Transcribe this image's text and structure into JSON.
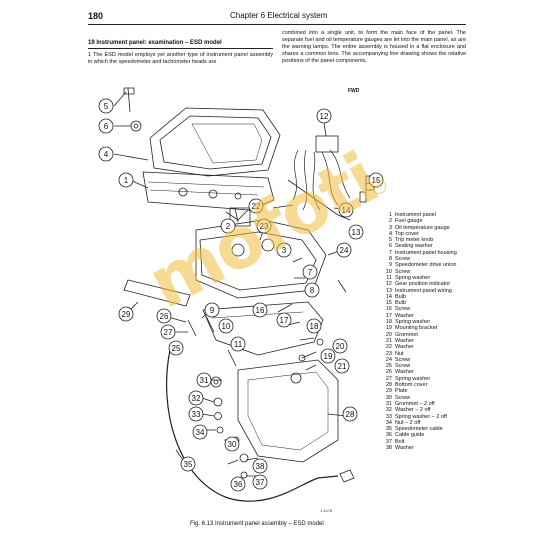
{
  "header": {
    "page_number": "180",
    "chapter": "Chapter 6  Electrical system"
  },
  "section": {
    "heading": "19  Instrument panel: examination – ESD model",
    "para1": "1   The ESD model employs yet another type of instrument panel assembly in which the speedometer and tachometer heads are",
    "para2": "combined into a single unit, to form the main face of the panel. The separate fuel and oil temperature gauges are let into the main panel, as are the warning lamps. The entire assembly is housed in a flat enclosure and shares a common lens. The accompanying line drawing shows the relative positions of the panel components."
  },
  "figure": {
    "fwd_label": "FWD",
    "watermark": "mofoti",
    "watermark_mark": "®",
    "caption": "Fig. 6.13  Instrument panel assembly – ESD model",
    "small_label": "1.4478",
    "legend": [
      {
        "num": "1",
        "text": "Instrument panel"
      },
      {
        "num": "2",
        "text": "Fuel gauge"
      },
      {
        "num": "3",
        "text": "Oil temperature gauge"
      },
      {
        "num": "4",
        "text": "Top cover"
      },
      {
        "num": "5",
        "text": "Trip meter knob"
      },
      {
        "num": "6",
        "text": "Sealing washer"
      },
      {
        "num": "7",
        "text": "Instrument panel housing"
      },
      {
        "num": "8",
        "text": "Screw"
      },
      {
        "num": "9",
        "text": "Speedometer drive union"
      },
      {
        "num": "10",
        "text": "Screw"
      },
      {
        "num": "11",
        "text": "Spring washer"
      },
      {
        "num": "12",
        "text": "Gear position indicator"
      },
      {
        "num": "13",
        "text": "Instrument panel wiring"
      },
      {
        "num": "14",
        "text": "Bulb"
      },
      {
        "num": "15",
        "text": "Bulb"
      },
      {
        "num": "16",
        "text": "Screw"
      },
      {
        "num": "17",
        "text": "Washer"
      },
      {
        "num": "18",
        "text": "Spring washer"
      },
      {
        "num": "19",
        "text": "Mounting bracket"
      },
      {
        "num": "20",
        "text": "Grommet"
      },
      {
        "num": "21",
        "text": "Washer"
      },
      {
        "num": "22",
        "text": "Washer"
      },
      {
        "num": "23",
        "text": "Nut"
      },
      {
        "num": "24",
        "text": "Screw"
      },
      {
        "num": "25",
        "text": "Screw"
      },
      {
        "num": "26",
        "text": "Washer"
      },
      {
        "num": "27",
        "text": "Spring washer"
      },
      {
        "num": "28",
        "text": "Bottom cover"
      },
      {
        "num": "29",
        "text": "Plate"
      },
      {
        "num": "30",
        "text": "Screw"
      },
      {
        "num": "31",
        "text": "Grommet – 2 off"
      },
      {
        "num": "32",
        "text": "Washer – 2 off"
      },
      {
        "num": "33",
        "text": "Spring washer – 2 off"
      },
      {
        "num": "34",
        "text": "Nut – 2 off"
      },
      {
        "num": "35",
        "text": "Speedometer cable"
      },
      {
        "num": "36",
        "text": "Cable guide"
      },
      {
        "num": "37",
        "text": "Bolt"
      },
      {
        "num": "38",
        "text": "Washer"
      }
    ],
    "callouts": [
      "1",
      "2",
      "3",
      "4",
      "5",
      "6",
      "7",
      "8",
      "9",
      "10",
      "11",
      "12",
      "13",
      "14",
      "15",
      "16",
      "17",
      "18",
      "19",
      "20",
      "21",
      "22",
      "23",
      "24",
      "25",
      "26",
      "27",
      "28",
      "29",
      "30",
      "31",
      "32",
      "33",
      "34",
      "35",
      "36",
      "37",
      "38"
    ]
  }
}
